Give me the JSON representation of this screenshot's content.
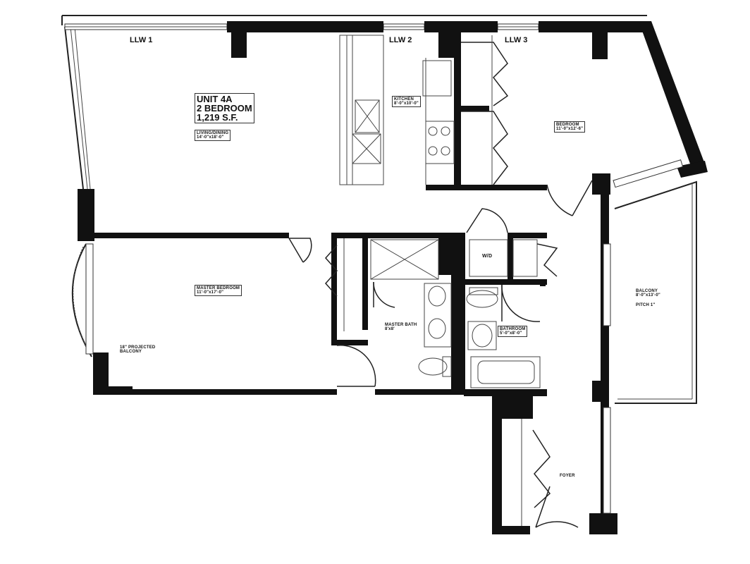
{
  "plan": {
    "unit_lines": [
      "UNIT 4A",
      "2 BEDROOM",
      "1,219 S.F."
    ],
    "windows": [
      "LLW 1",
      "LLW 2",
      "LLW 3"
    ]
  },
  "rooms": {
    "living_dining": {
      "label": "LIVING/DINING",
      "dims": "14'-0\"x18'-0\""
    },
    "kitchen": {
      "label": "KITCHEN",
      "dims": "8'-0\"x10'-0\""
    },
    "bedroom": {
      "label": "BEDROOM",
      "dims": "11'-0\"x12'-6\""
    },
    "master_bedroom": {
      "label": "MASTER BEDROOM",
      "dims": "11'-0\"x17'-0\""
    },
    "master_bath": {
      "label": "MASTER BATH",
      "dims": "8'x8'"
    },
    "bathroom": {
      "label": "BATHROOM",
      "dims": "5'-0\"x8'-0\""
    },
    "balcony": {
      "label": "BALCONY",
      "dims": "8'-0\"x13'-0\"",
      "note": "PITCH 1\""
    },
    "projected_balcony": {
      "label": "18\" PROJECTED BALCONY"
    },
    "foyer": {
      "label": "FOYER"
    },
    "washer_dryer": {
      "label": "W/D"
    }
  }
}
